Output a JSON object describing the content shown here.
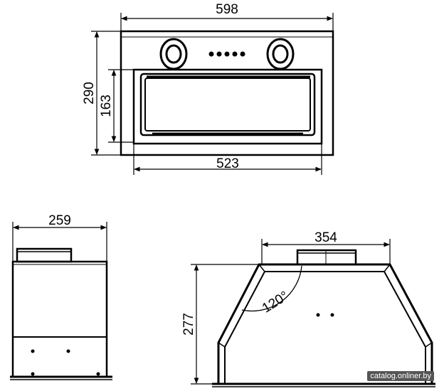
{
  "dimensions": {
    "total_width": "598",
    "total_height": "290",
    "inner_height": "163",
    "inner_width": "523",
    "depth": "259",
    "top_width": "354",
    "side_height": "277",
    "angle": "120°"
  },
  "watermark": "catalog.onliner.by"
}
